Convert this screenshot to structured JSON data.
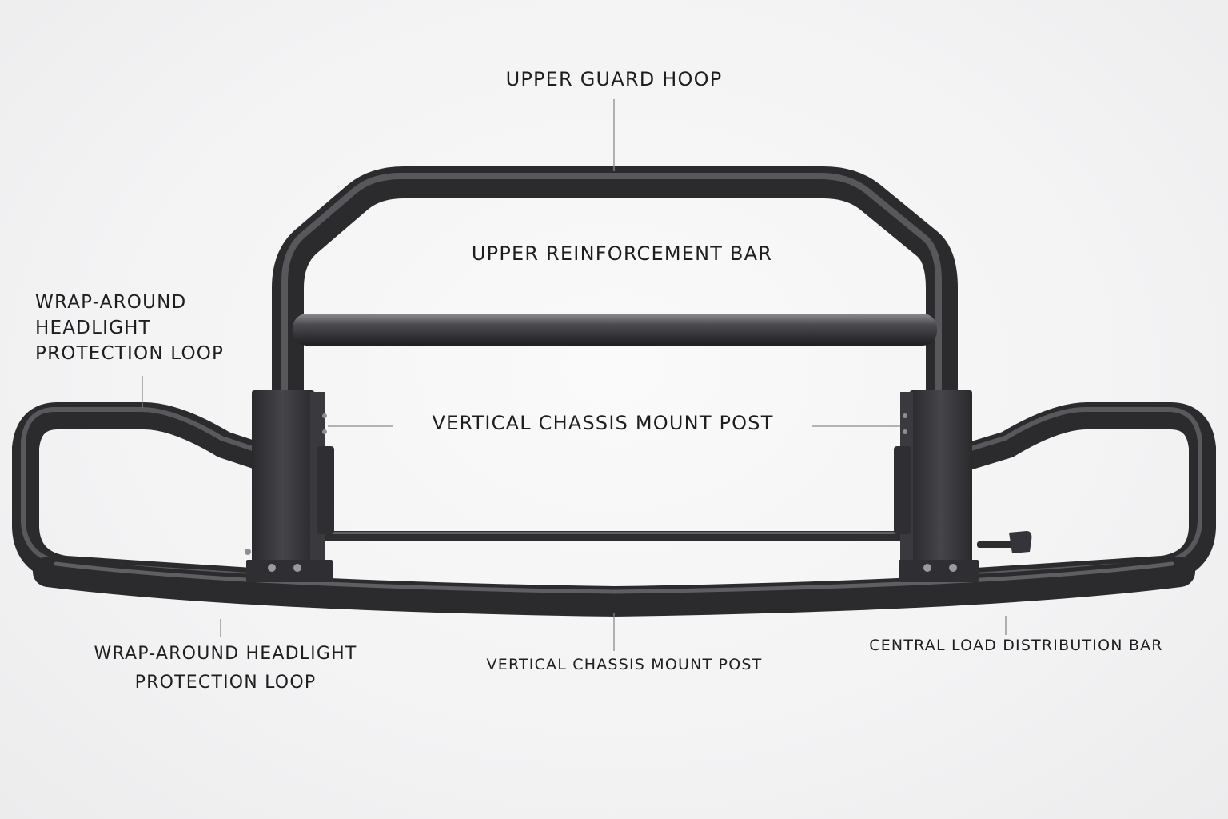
{
  "labels": {
    "upper_guard_hoop": "UPPER GUARD HOOP",
    "upper_reinforcement_bar": "UPPER REINFORCEMENT BAR",
    "wrap_around_top": {
      "line1": "WRAP-AROUND",
      "line2": "HEADLIGHT",
      "line3": "PROTECTION LOOP"
    },
    "vertical_chassis_mount_post_top": "VERTICAL CHASSIS MOUNT POST",
    "wrap_around_bottom": {
      "line1": "WRAP-AROUND HEADLIGHT",
      "line2": "PROTECTION LOOP"
    },
    "vertical_chassis_mount_post_bottom": "VERTICAL CHASSIS MOUNT  POST",
    "central_load_distribution_bar": "CENTRAL LOAD DISTRIBUTION BAR"
  },
  "colors": {
    "background": "#f4f4f5",
    "tube_dark": "#2b2b2e",
    "tube_mid": "#4a4a4f",
    "tube_highlight": "#8c8c92",
    "bracket": "#3a3a3e",
    "text": "#1e1e20",
    "leader_line": "#8a8a8c"
  }
}
